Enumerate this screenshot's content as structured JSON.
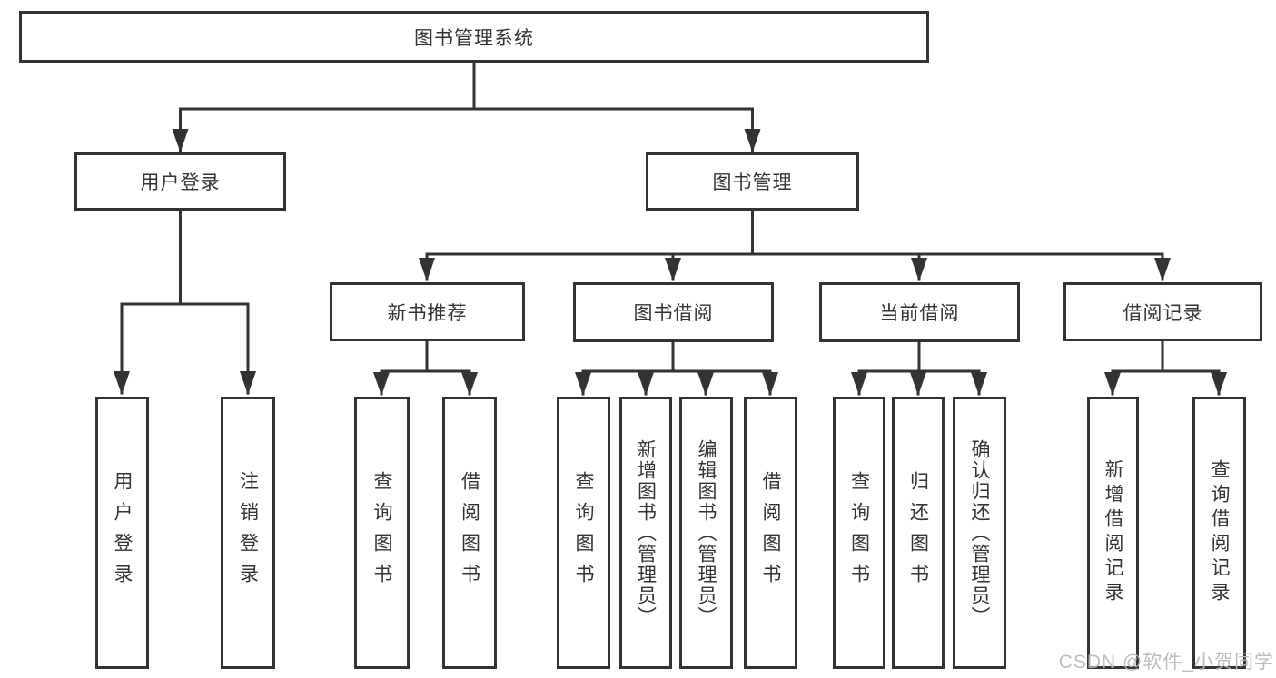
{
  "diagram": {
    "type": "tree",
    "tree": {
      "label": "图书管理系统",
      "children": [
        {
          "label": "用户登录",
          "children": [
            {
              "label": "用户登录"
            },
            {
              "label": "注销登录"
            }
          ]
        },
        {
          "label": "图书管理",
          "children": [
            {
              "label": "新书推荐",
              "children": [
                {
                  "label": "查询图书"
                },
                {
                  "label": "借阅图书"
                }
              ]
            },
            {
              "label": "图书借阅",
              "children": [
                {
                  "label": "查询图书"
                },
                {
                  "label": "新增图书（管理员）"
                },
                {
                  "label": "编辑图书（管理员）"
                },
                {
                  "label": "借阅图书"
                }
              ]
            },
            {
              "label": "当前借阅",
              "children": [
                {
                  "label": "查询图书"
                },
                {
                  "label": "归还图书"
                },
                {
                  "label": "确认归还（管理员）"
                }
              ]
            },
            {
              "label": "借阅记录",
              "children": [
                {
                  "label": "新增借阅记录"
                },
                {
                  "label": "查询借阅记录"
                }
              ]
            }
          ]
        }
      ]
    },
    "watermark": "CSDN @软件_小贺同学",
    "colors": {
      "line": "#333333",
      "text": "#333333",
      "background": "#ffffff",
      "watermark": "#b9b9be"
    }
  }
}
